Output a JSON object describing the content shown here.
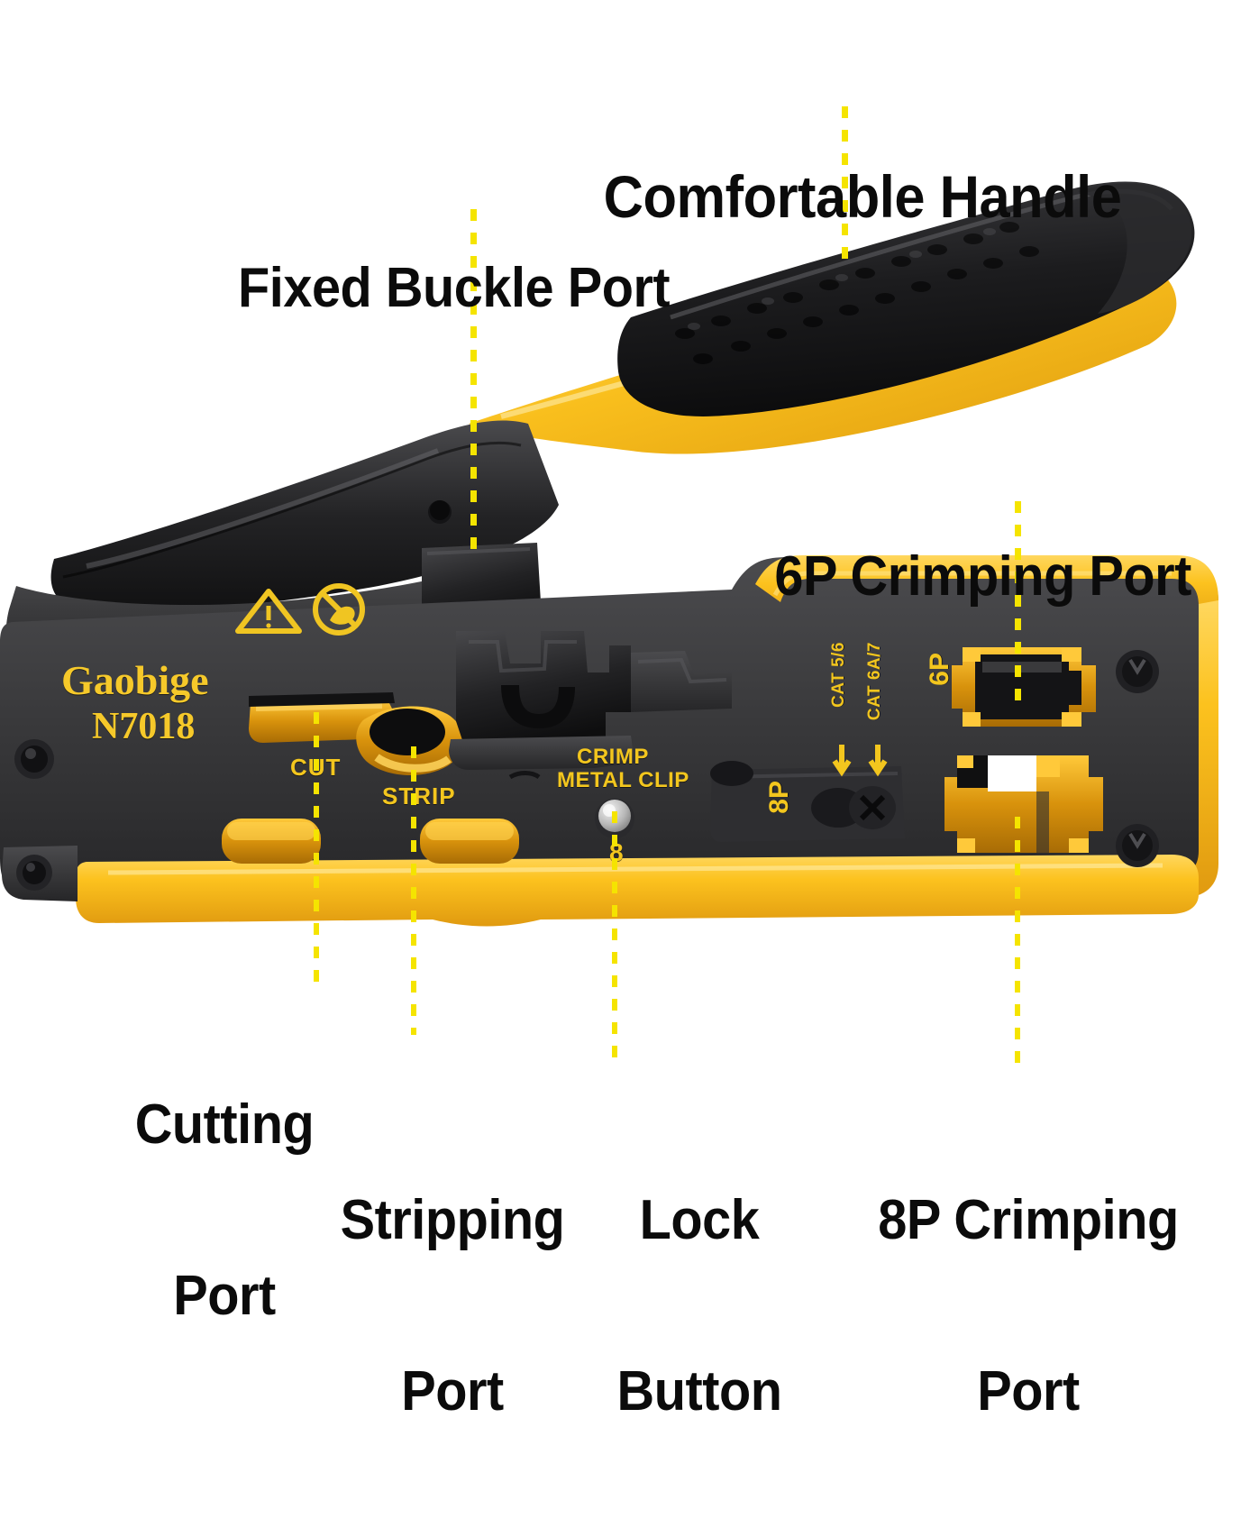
{
  "image": {
    "subject": "Gaobige N7018 RJ45 crimping tool annotated diagram",
    "background_color": "#ffffff",
    "leader_line_color": "#f5e400",
    "label_color": "#0b0b0b",
    "tool_body_color": "#3a3a3c",
    "tool_accent_yellow": "#f5b81c",
    "stamp_text_color": "#f3c61e"
  },
  "callouts": [
    {
      "id": "comfortable-handle",
      "line1": "Comfortable Handle",
      "line2": ""
    },
    {
      "id": "fixed-buckle-port",
      "line1": "Fixed Buckle Port",
      "line2": ""
    },
    {
      "id": "six-p-crimping-port",
      "line1": "6P Crimping Port",
      "line2": ""
    },
    {
      "id": "cutting-port",
      "line1": "Cutting",
      "line2": "Port"
    },
    {
      "id": "stripping-port",
      "line1": "Stripping",
      "line2": "Port"
    },
    {
      "id": "lock-button",
      "line1": "Lock",
      "line2": "Button"
    },
    {
      "id": "eight-p-crimping-port",
      "line1": "8P Crimping",
      "line2": "Port"
    }
  ],
  "tool_markings": {
    "brand": "Gaobige",
    "model": "N7018",
    "cut": "CUT",
    "strip": "STRIP",
    "crimp_line1": "CRIMP",
    "crimp_line2": "METAL CLIP",
    "lock_number": "8",
    "cat_56": "CAT 5/6",
    "cat_6a7": "CAT 6A/7",
    "port_6p": "6P",
    "port_8p": "8P",
    "warning_icon": "warning-triangle-icon",
    "pinch_icon": "no-hand-pinch-icon"
  }
}
